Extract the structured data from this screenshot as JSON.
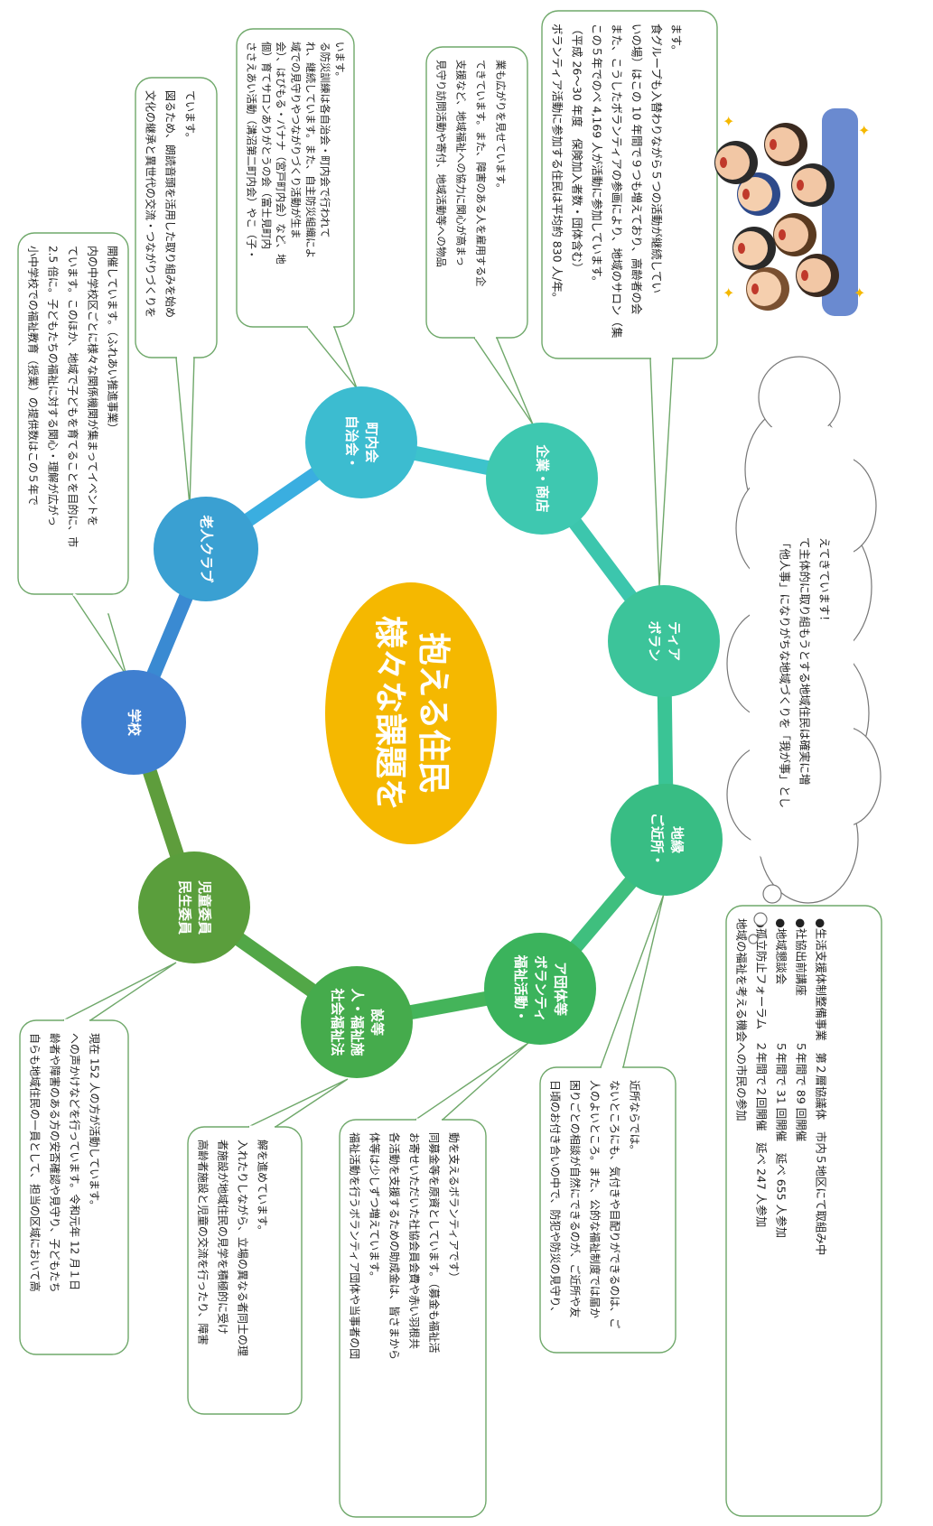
{
  "center": {
    "lines": [
      "様々な課題を",
      "抱える住民"
    ],
    "color": "#f5b800"
  },
  "nodes": [
    {
      "id": "school",
      "lines": [
        "学校"
      ],
      "color": "#3f7fd0"
    },
    {
      "id": "senior-club",
      "lines": [
        "老人クラブ"
      ],
      "color": "#3aa0d2"
    },
    {
      "id": "neighborhood-association",
      "lines": [
        "自治会・",
        "町内会"
      ],
      "color": "#3cbcd0"
    },
    {
      "id": "company-shop",
      "lines": [
        "企業・商店"
      ],
      "color": "#3ec8b0"
    },
    {
      "id": "volunteer",
      "lines": [
        "ボラン",
        "ティア"
      ],
      "color": "#3cc49a"
    },
    {
      "id": "neighborhood",
      "lines": [
        "ご近所・",
        "地縁"
      ],
      "color": "#38bd84"
    },
    {
      "id": "welfare-activity-groups",
      "lines": [
        "福祉活動・",
        "ボランティ",
        "ア団体等"
      ],
      "color": "#3bb35c"
    },
    {
      "id": "social-welfare-corp",
      "lines": [
        "社会福祉法",
        "人・福祉施",
        "設等"
      ],
      "color": "#45ab4c"
    },
    {
      "id": "welfare-commissioners",
      "lines": [
        "民生委員",
        "児童委員"
      ],
      "color": "#5a9e3c"
    }
  ],
  "callouts": {
    "school": [
      "小中学校での福祉教育（授業）の提供数はこの５年で",
      "2.5 倍に。子どもたちの福祉に対する関心・理解が広がっ",
      "ています。このほか、地域で子どもを育てることを目的に、市",
      "内の中学校区ごとに様々な関係機関が集まってイベントを",
      "開催しています。（ふれあい推進事業）"
    ],
    "senior-club": [
      "文化の継承と異世代の交流・つながりづくりを",
      "図るため、朗読音頭を活用した取り組みを始め",
      "ています。"
    ],
    "neighborhood-association": [
      "ささえあい活動（溝沼第二町内会）やこ（子・",
      "個）育てサロンありがとうの会（富士見町内",
      "会）、はぴもる・バナナ（宮戸町内会）など、地",
      "域での見守りやつながりづくり活動が生ま",
      "れ、継続しています。また、自主防災組織によ",
      "る防災訓練は各自治会・町内会で行われて",
      "います。"
    ],
    "company-shop": [
      "見守り訪問活動や寄付、地域活動等への物品",
      "支援など、地域福祉への協力に関心が高まっ",
      "てきています。また、障害のある人を雇用する企",
      "業も広がりを見せています。"
    ],
    "volunteer": [
      "ボランティア活動に参加する住民は平均約 830 人/年。",
      "（平成 26〜30 年度　保険加入者数・団体含む）",
      "この５年でのべ 4,169 人が活動に参加しています。",
      "また、こうしたボランティアの参画により、地域のサロン（集",
      "いの場）はこの 10 年間で９つも増えており、高齢者の会",
      "食グループも入替わりながら５つの活動が継続してい",
      "ます。"
    ],
    "thought": [
      "「他人事」になりがちな地域づくりを「我が事」とし",
      "て主体的に取り組もうとする地域住民は確実に増",
      "えてきています！"
    ],
    "neighborhood": [
      "日頃のお付き合いの中で、防犯や防災の見守り、",
      "困りごとの相談が自然にできるのが、ご近所や友",
      "人のよいところ。また、公的な福祉制度では届か",
      "ないところにも、気付きや目配りができるのは、ご",
      "近所ならでは。"
    ],
    "welfare-activity-groups": [
      "福祉活動を行うボランティア団体や当事者の団",
      "体等は少しずつ増えています。",
      "各活動を支援するための助成金は、皆さまから",
      "お寄せいただいた社協会員会費や赤い羽根共",
      "同募金等を原資としています。（募金も福祉活",
      "動を支えるボランティアです）"
    ],
    "social-welfare-corp": [
      "高齢者施設と児童の交流を行ったり、障害",
      "者施設が地域住民の見学を積極的に受け",
      "入れたりしながら、立場の異なる者同士の理",
      "解を進めています。"
    ],
    "welfare-commissioners": [
      "自らも地域住民の一員として、担当の区域において高",
      "齢者や障害のある方の安否確認や見守り、子どもたち",
      "への声かけなどを行っています。令和元年 12 月１日",
      "現在 152 人の方が活動しています。"
    ],
    "participation": [
      "地域の福祉を考える機会への市民の参加",
      "●孤立防止フォーラム　２年間で２回開催　延べ 247 人参加",
      "●地域懇談会　　　　　５年間で 31 回開催　延べ 655 人参加",
      "●社協出前講座　　　　５年間で 89 回開催",
      "●生活支援体制整備事業　第２層協議体　市内５地区にて取組み中"
    ]
  }
}
